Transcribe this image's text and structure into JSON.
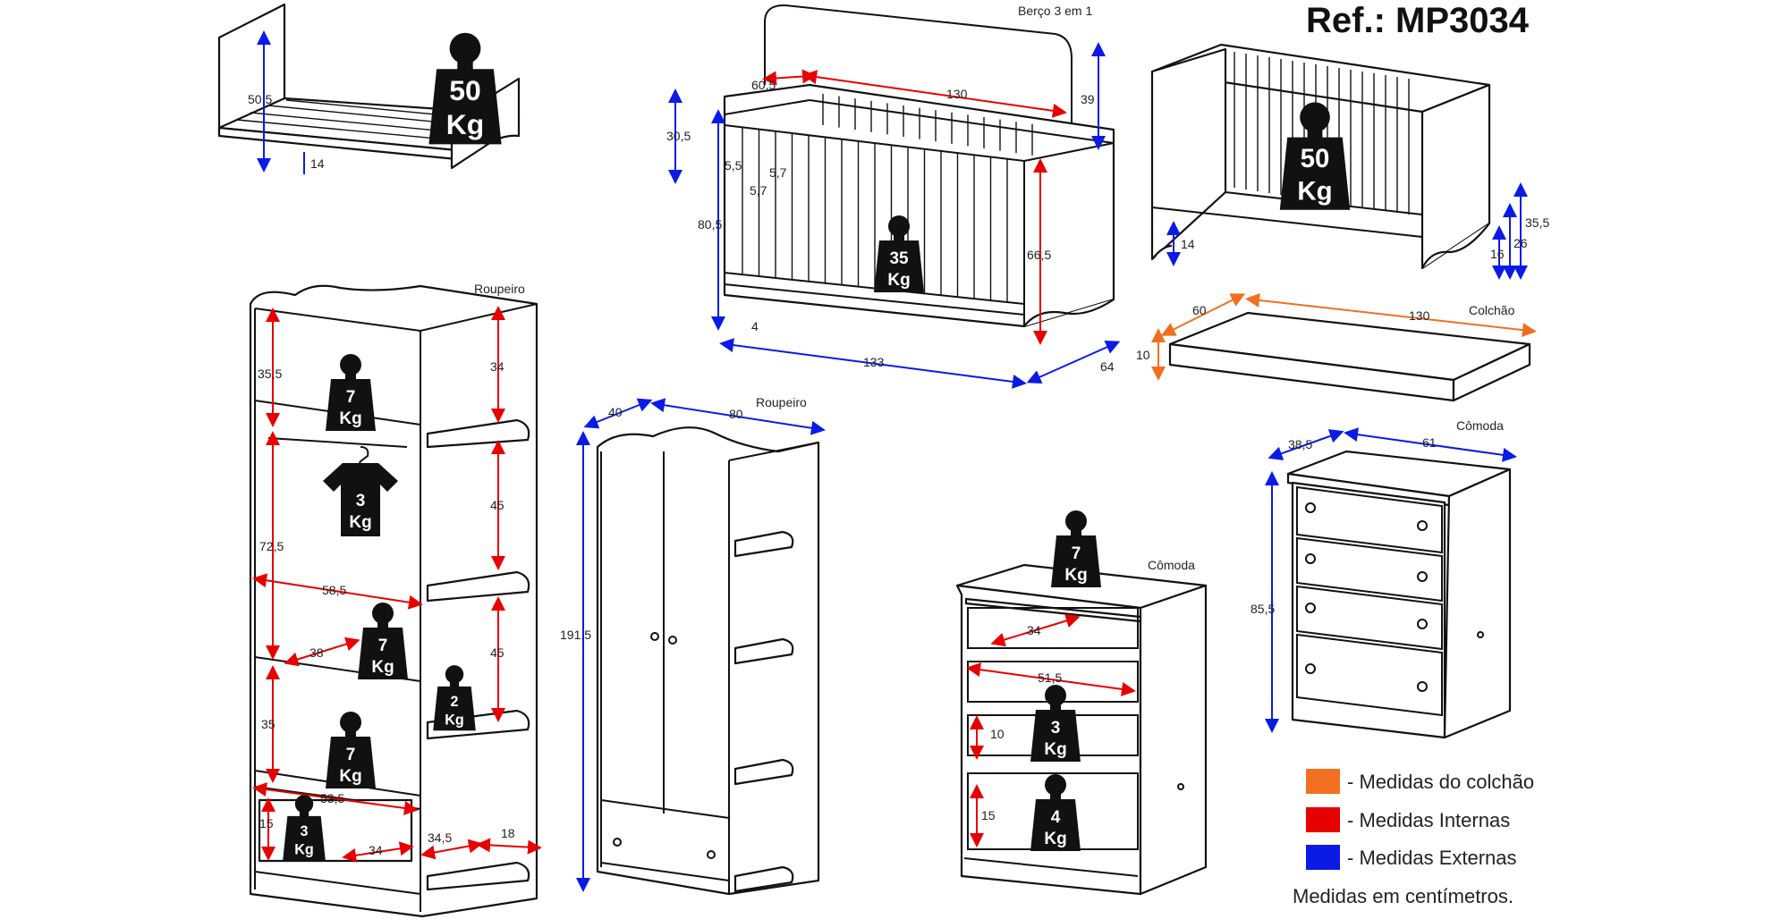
{
  "title": "Ref.: MP3034",
  "labels": {
    "crib": "Berço 3 em 1",
    "wardrobe_left": "Roupeiro",
    "wardrobe_mid": "Roupeiro",
    "mattress": "Colchão",
    "dresser_mid": "Cômoda",
    "dresser_right": "Cômoda"
  },
  "bed": {
    "height": "50,5",
    "side_height": "30,5",
    "foot": "14",
    "weight": "50",
    "unit": "Kg"
  },
  "crib": {
    "depth": "60,5",
    "inner_length": "130",
    "head_extra": "39",
    "slat_gap_a": "5,5",
    "slat_gap_b": "5,7",
    "slat_gap_c": "5,7",
    "height": "80,5",
    "inner_height": "66,5",
    "base": "4",
    "length": "133",
    "width": "64",
    "weight": "35",
    "unit": "Kg"
  },
  "junior_bed": {
    "weight": "50",
    "unit": "Kg",
    "foot": "14",
    "h1": "35,5",
    "h2": "26",
    "h3": "16"
  },
  "mattress": {
    "width": "60",
    "length": "130",
    "thickness": "10"
  },
  "wardrobe_left": {
    "d1": "35,5",
    "d2": "34",
    "d3": "72,5",
    "d4": "45",
    "d5": "58,5",
    "d6": "38",
    "d7": "45",
    "d8": "35",
    "d9": "53,5",
    "d10": "15",
    "d11": "34",
    "d12": "34,5",
    "d13": "18",
    "w_top": "7",
    "w_hanger": "3",
    "w_mid": "7",
    "w_side": "2",
    "w_low": "7",
    "w_drawer": "3",
    "unit": "Kg"
  },
  "wardrobe_mid": {
    "depth": "40",
    "width": "80",
    "height": "191,5"
  },
  "dresser_mid": {
    "d1": "34",
    "d2": "51,5",
    "d3": "10",
    "d4": "15",
    "w_top": "7",
    "w_d3": "3",
    "w_d4": "4",
    "unit": "Kg"
  },
  "dresser_right": {
    "depth": "38,5",
    "width": "61",
    "height": "85,5"
  },
  "legend": {
    "items": [
      {
        "label": "- Medidas do colchão",
        "color": "#f07020"
      },
      {
        "label": "- Medidas Internas",
        "color": "#e60000"
      },
      {
        "label": "- Medidas Externas",
        "color": "#0a1be6"
      }
    ],
    "note": "Medidas em centímetros."
  }
}
